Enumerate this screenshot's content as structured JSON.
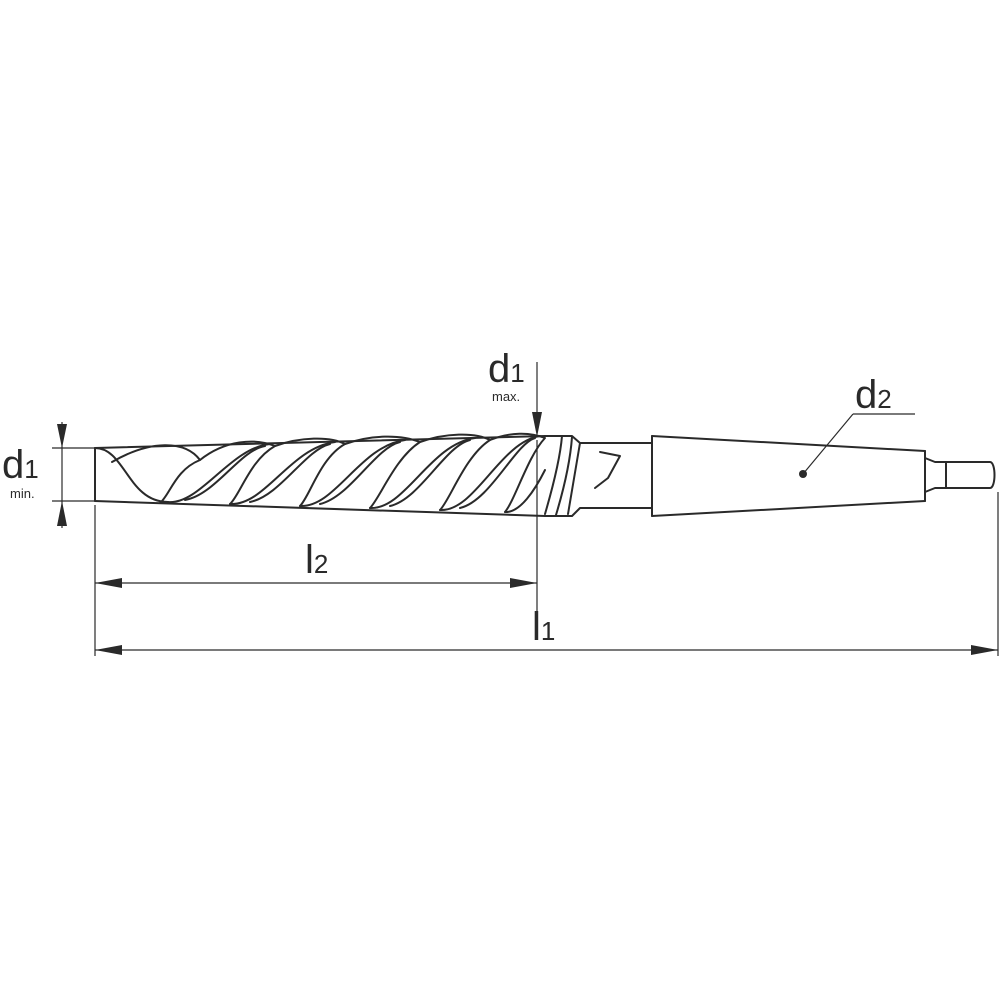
{
  "labels": {
    "d1_min": {
      "symbol": "d",
      "subscript": "1",
      "note": "min."
    },
    "d1_max": {
      "symbol": "d",
      "subscript": "1",
      "note": "max."
    },
    "d2": {
      "symbol": "d",
      "subscript": "2"
    },
    "l2": {
      "symbol": "l",
      "subscript": "2"
    },
    "l1": {
      "symbol": "l",
      "subscript": "1"
    }
  },
  "colors": {
    "line": "#2a2a2a",
    "background": "#ffffff"
  }
}
